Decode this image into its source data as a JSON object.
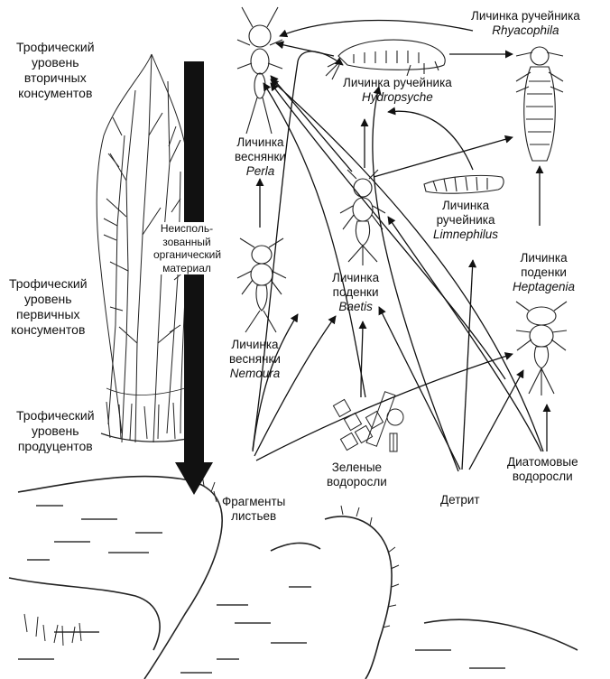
{
  "levels": {
    "secondary": [
      "Трофический",
      "уровень",
      "вторичных",
      "консументов"
    ],
    "primary": [
      "Трофический",
      "уровень",
      "первичных",
      "консументов"
    ],
    "producers": [
      "Трофический",
      "уровень",
      "продуцентов"
    ]
  },
  "unused_material": [
    "Неисполь-",
    "зованный",
    "органический",
    "материал"
  ],
  "organisms": {
    "rhyacophila": {
      "name": "Личинка ручейника",
      "latin": "Rhyacophila"
    },
    "hydropsyche": {
      "name": "Личинка ручейника",
      "latin": "Hydropsyche"
    },
    "perla": {
      "name1": "Личинка",
      "name2": "веснянки",
      "latin": "Perla"
    },
    "limnephilus": {
      "name1": "Личинка",
      "name2": "ручейника",
      "latin": "Limnephilus"
    },
    "heptagenia": {
      "name1": "Личинка",
      "name2": "поденки",
      "latin": "Heptagenia"
    },
    "baetis": {
      "name1": "Личинка",
      "name2": "поденки",
      "latin": "Baetis"
    },
    "nemoura": {
      "name1": "Личинка",
      "name2": "веснянки",
      "latin": "Nemoura"
    }
  },
  "sources": {
    "leaves": [
      "Фрагменты",
      "листьев"
    ],
    "green_algae": [
      "Зеленые",
      "водоросли"
    ],
    "detritus": "Детрит",
    "diatoms": [
      "Диатомовые",
      "водоросли"
    ]
  }
}
